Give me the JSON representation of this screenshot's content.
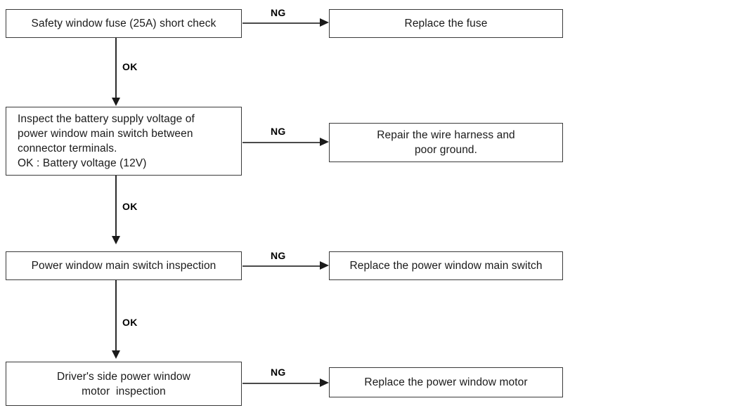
{
  "diagram": {
    "title": "Power window troubleshooting flowchart",
    "colors": {
      "box_border": "#3a3a3a",
      "connector": "#2b2b2b",
      "background": "#ffffff",
      "text": "#1a1a1a"
    },
    "steps": [
      {
        "id": "step-1",
        "check_lines": [
          "Safety window fuse (25A) short check"
        ],
        "ng_label": "NG",
        "ok_label": "OK",
        "remedy_lines": [
          "Replace the fuse"
        ]
      },
      {
        "id": "step-2",
        "check_lines": [
          "Inspect the battery supply voltage of",
          "power window main switch between",
          "connector terminals.",
          "OK : Battery voltage (12V)"
        ],
        "ng_label": "NG",
        "ok_label": "OK",
        "remedy_lines": [
          "Repair the wire harness and",
          "poor ground."
        ]
      },
      {
        "id": "step-3",
        "check_lines": [
          "Power window main switch inspection"
        ],
        "ng_label": "NG",
        "ok_label": "OK",
        "remedy_lines": [
          "Replace the power window main switch"
        ]
      },
      {
        "id": "step-4",
        "check_lines": [
          "Driver's side power window",
          "motor  inspection"
        ],
        "ng_label": "NG",
        "ok_label": null,
        "remedy_lines": [
          "Replace the power window motor"
        ]
      }
    ]
  }
}
